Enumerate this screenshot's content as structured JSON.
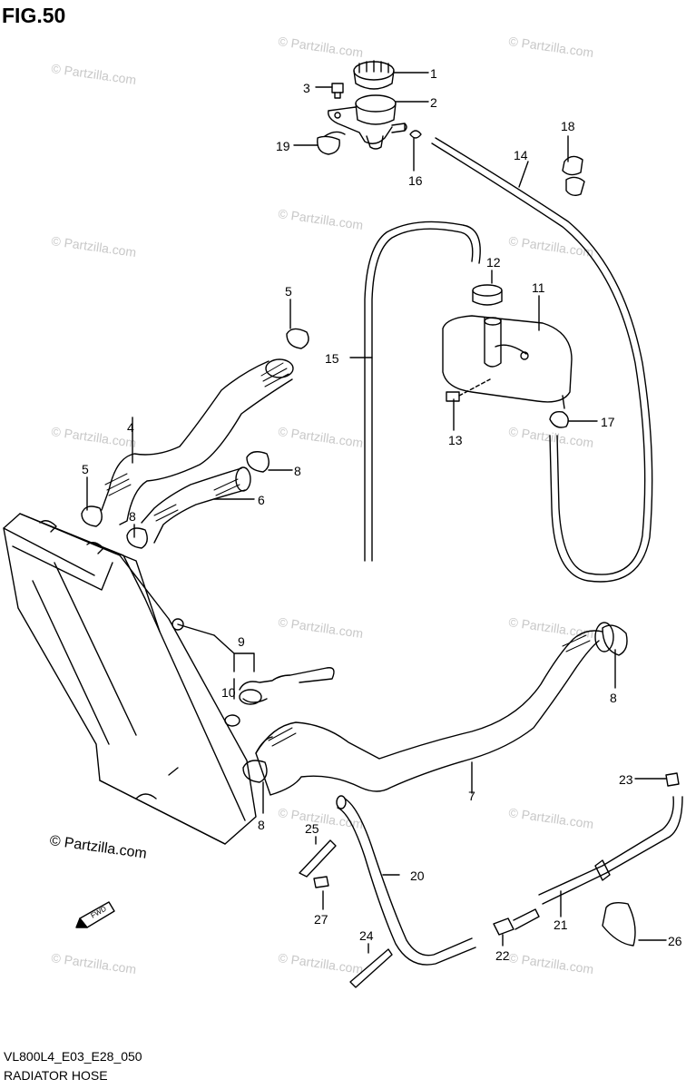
{
  "figure": {
    "title": "FIG.50",
    "model_code": "VL800L4_E03_E28_050",
    "caption": "RADIATOR HOSE",
    "copyright": "© Partzilla.com",
    "watermark": "© Partzilla.com"
  },
  "callouts": [
    "1",
    "2",
    "3",
    "4",
    "5",
    "5",
    "6",
    "7",
    "8",
    "8",
    "8",
    "8",
    "9",
    "10",
    "11",
    "12",
    "13",
    "14",
    "15",
    "16",
    "17",
    "18",
    "19",
    "20",
    "21",
    "22",
    "23",
    "24",
    "25",
    "26",
    "27"
  ],
  "direction_marker": "FWD",
  "colors": {
    "line": "#000000",
    "watermark": "#c8c8c8",
    "background": "#ffffff"
  }
}
